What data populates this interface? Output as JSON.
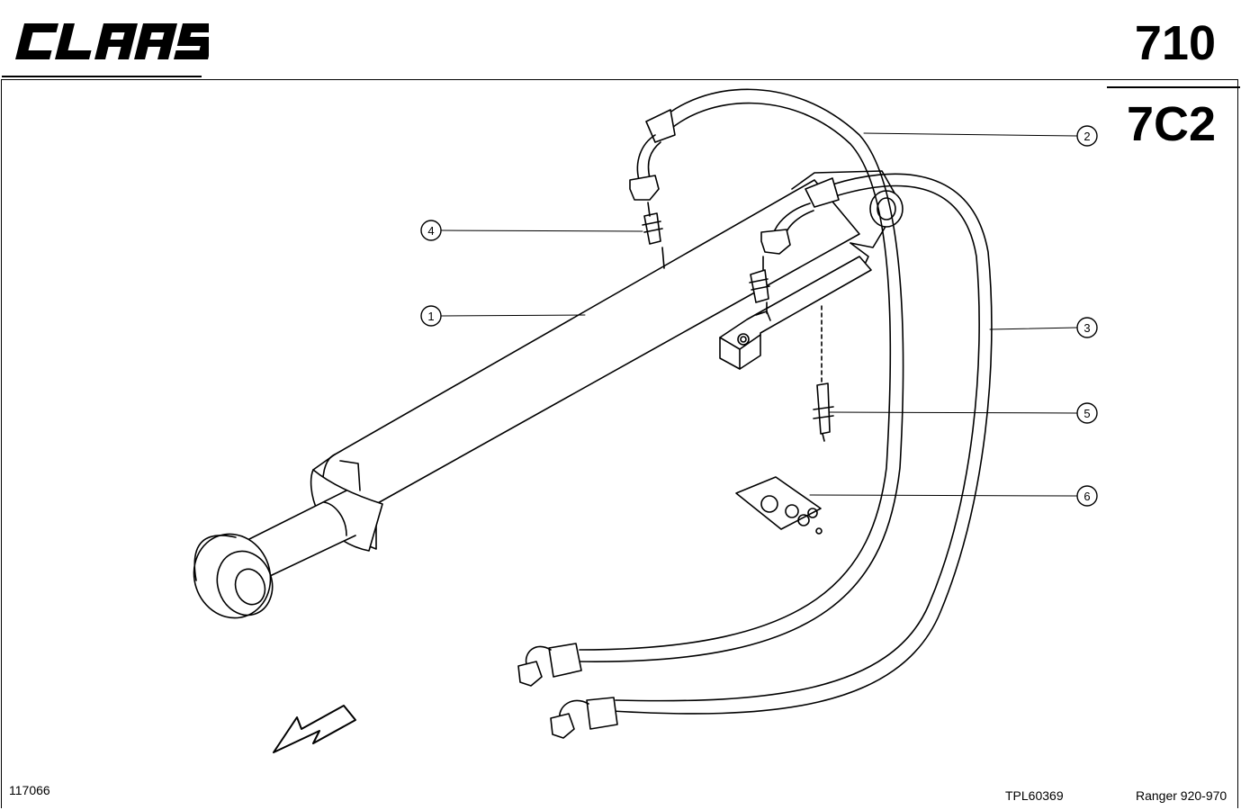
{
  "header": {
    "brand": "CLAAS",
    "page_number": "710",
    "section_code": "7C2"
  },
  "footer": {
    "image_ref": "117066",
    "template_ref": "TPL60369",
    "model": "Ranger 920-970"
  },
  "callouts": [
    {
      "id": "1",
      "label": "1"
    },
    {
      "id": "2",
      "label": "2"
    },
    {
      "id": "3",
      "label": "3"
    },
    {
      "id": "4",
      "label": "4"
    },
    {
      "id": "5",
      "label": "5"
    },
    {
      "id": "6",
      "label": "6"
    }
  ],
  "colors": {
    "ink": "#000000",
    "paper": "#ffffff"
  }
}
